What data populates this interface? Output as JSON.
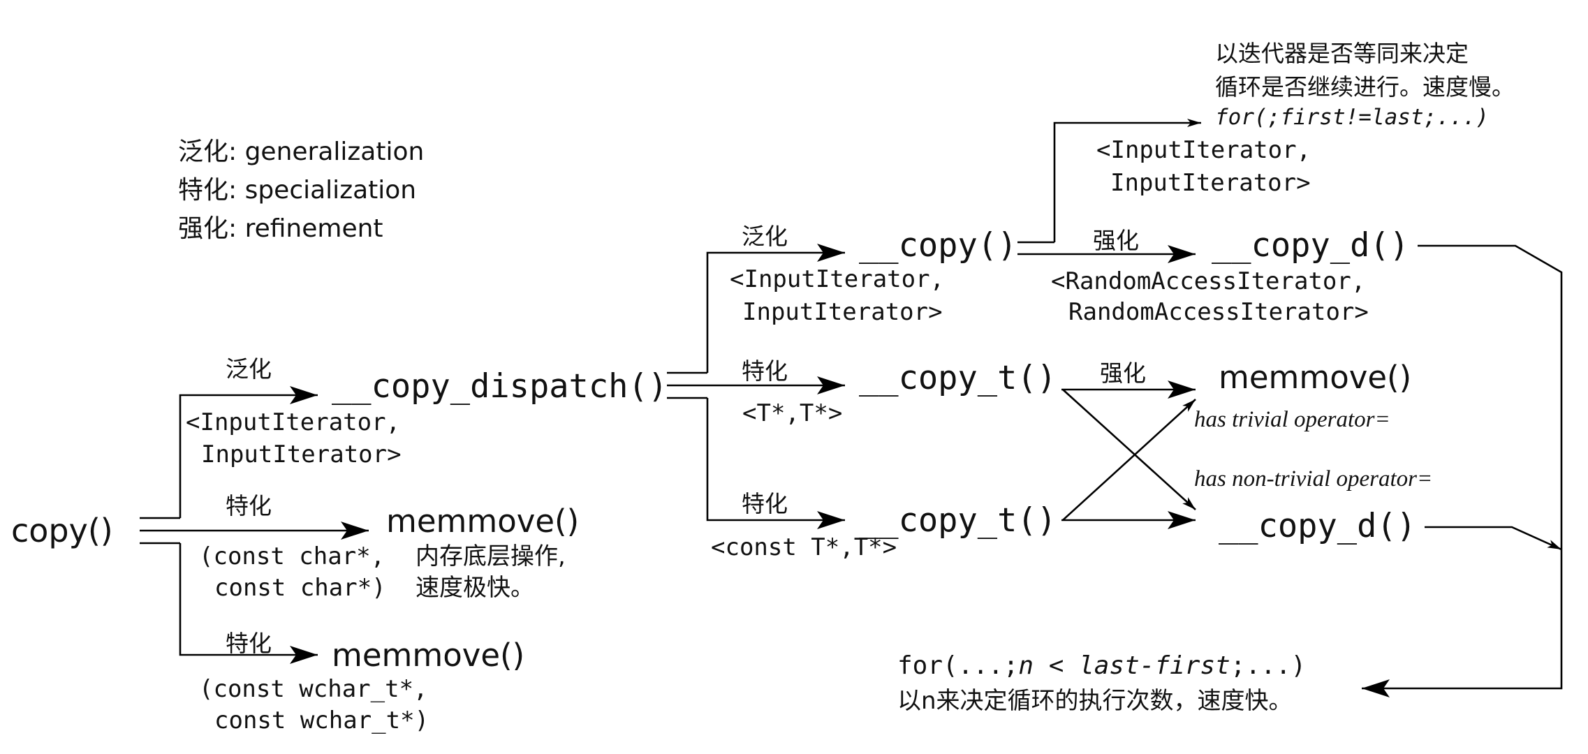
{
  "legend": {
    "row1": "泛化: generalization",
    "row2": "特化: specialization",
    "row3": "强化: refinement"
  },
  "labels": {
    "generalization": "泛化",
    "specialization": "特化",
    "refinement": "强化"
  },
  "nodes": {
    "copy": "copy()",
    "copy_dispatch": "__copy_dispatch()",
    "memmove_char": "memmove()",
    "memmove_wchar": "memmove()",
    "copy_gen": "__copy()",
    "copy_t_ptr": "__copy_t()",
    "copy_t_const": "__copy_t()",
    "copy_d_top": "__copy_d()",
    "memmove_trivial": "memmove()",
    "copy_d_bottom": "__copy_d()"
  },
  "params": {
    "dispatch_line1": "<InputIterator,",
    "dispatch_line2": "InputIterator>",
    "char_line1": "(const char*,",
    "char_line2": "const char*)",
    "char_note1": "内存底层操作,",
    "char_note2": "速度极快。",
    "wchar_line1": "(const wchar_t*,",
    "wchar_line2": "const wchar_t*)",
    "copy_gen_line1": "<InputIterator,",
    "copy_gen_line2": "InputIterator>",
    "copy_t_ptr": "<T*,T*>",
    "copy_t_const": "<const T*,T*>",
    "input_branch_line1": "<InputIterator,",
    "input_branch_line2": "InputIterator>",
    "random_line1": "<RandomAccessIterator,",
    "random_line2": "RandomAccessIterator>"
  },
  "notes": {
    "slow_line1": "以迭代器是否等同来决定",
    "slow_line2": "循环是否继续进行。速度慢。",
    "slow_code": "for(;first!=last;...)",
    "trivial": "has trivial operator=",
    "nontrivial": "has non-trivial operator=",
    "fast_code_a": "for(...;",
    "fast_code_b": "n < last-first",
    "fast_code_c": ";...)",
    "fast_line": "以n来决定循环的执行次数，速度快。"
  }
}
